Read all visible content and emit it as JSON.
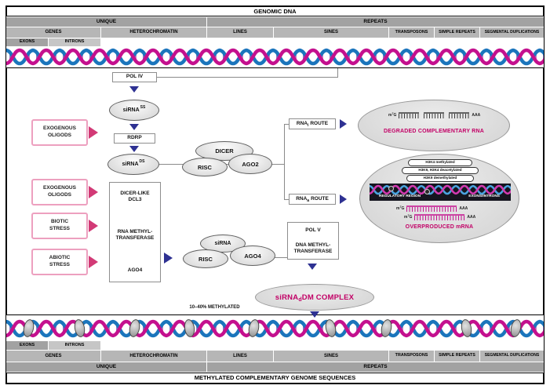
{
  "colors": {
    "magenta": "#c20066",
    "navy": "#2e3192",
    "pink": "#d23a76",
    "helix_blue": "#1b75bc",
    "helix_magenta": "#c4108e"
  },
  "genome": {
    "top_title": "GENOMIC DNA",
    "bottom_title": "METHYLATED COMPLEMENTARY GENOME SEQUENCES",
    "unique": "UNIQUE",
    "repeats": "REPEATS",
    "regions": [
      "GENES",
      "HETEROCHROMATIN",
      "LINES",
      "SINES",
      "TRANSPOSONS",
      "SIMPLE REPEATS",
      "SEGMENTAL DUPLICATIONS"
    ],
    "exons": "EXONS",
    "introns": "INTRONS",
    "methylated_note": "10–40% METHYLATED"
  },
  "inputs": {
    "exogenous_1": "EXOGENOUS OLIGODS",
    "exogenous_2": "EXOGENOUS OLIGODS",
    "biotic": "BIOTIC STRESS",
    "abiotic": "ABIOTIC STRESS"
  },
  "pathway": {
    "pol_iv": "POL IV",
    "rdrp": "RDRP",
    "sirna": "siRNA",
    "ss_sup": "SS",
    "ds_sup": "DS",
    "dicer": "DICER",
    "risc": "RISC",
    "ago2": "AGO2",
    "dicer_like_1": "DICER-LIKE",
    "dicer_like_2": "DCL3",
    "rna_methyl_1": "RNA METHYL-",
    "rna_methyl_2": "TRANSFERASE",
    "ago4": "AGO4",
    "pol_v": "POL V",
    "dna_methyl_1": "DNA METHYL-",
    "dna_methyl_2": "TRANSFERASE",
    "route_rna": "RNA",
    "route_i": "i",
    "route_a": "a",
    "route_word": "ROUTE"
  },
  "outcomes": {
    "degraded": "DEGRADED COMPLEMENTARY RNA",
    "overproduced": "OVERPRODUCED mRNA",
    "regulatory_region": "REGULATORY REGION",
    "exons_introns": "EXONS/INTRONS",
    "h3k4_methylated": "H3K4 methylated",
    "h3k9_h3k4_deacetylated": "H3K9, H3K4 deacetylated",
    "h3k9_demethylated": "H3K9 demethylated",
    "cap_m": "m",
    "cap_7": "7",
    "cap_G": "G",
    "poly_a": "AAA"
  },
  "complex": {
    "prefix": "siRNA",
    "sub": "d",
    "suffix": "DM COMPLEX"
  }
}
